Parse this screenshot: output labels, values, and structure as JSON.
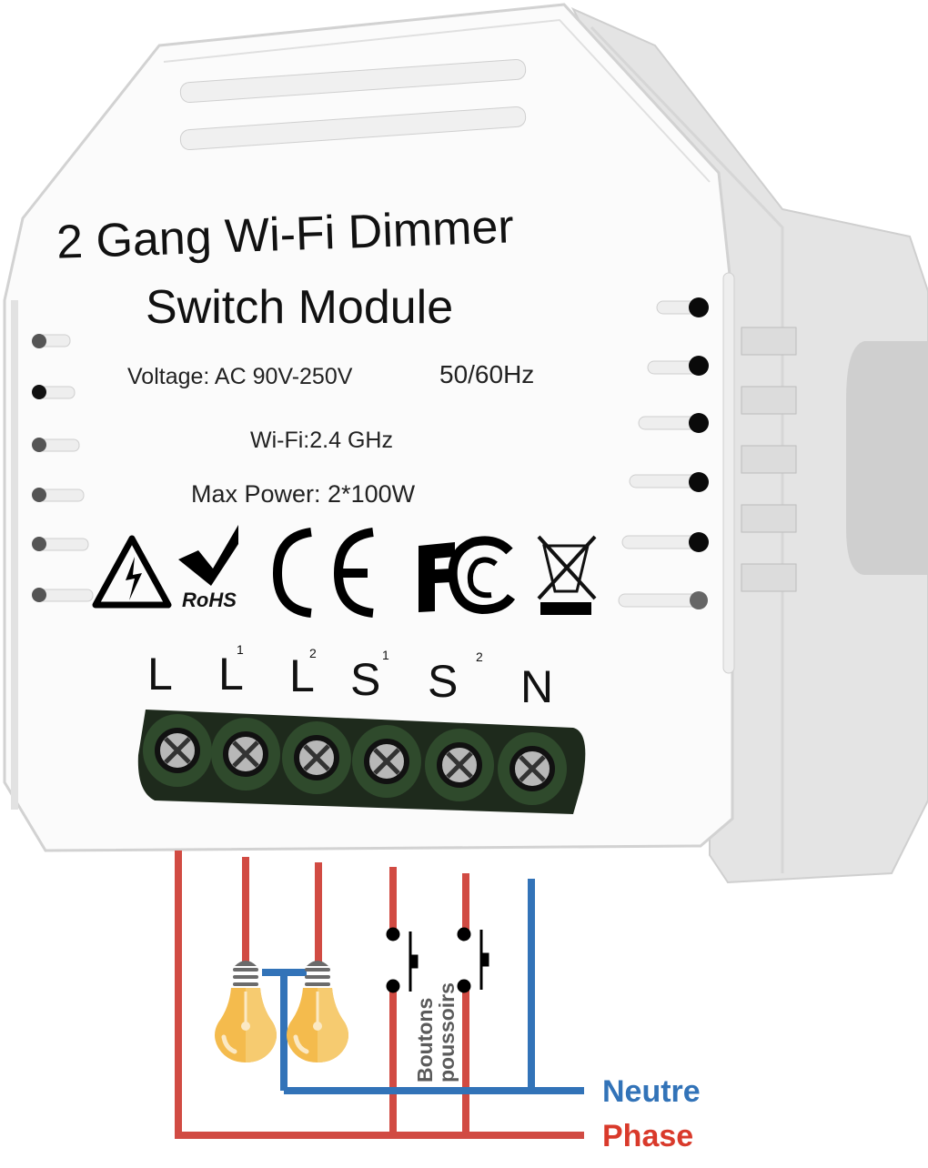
{
  "module": {
    "title_line1": "2 Gang Wi-Fi Dimmer",
    "title_line2": "Switch Module",
    "voltage": "Voltage: AC 90V-250V",
    "frequency": "50/60Hz",
    "wifi": "Wi-Fi:2.4 GHz",
    "max_power": "Max Power: 2*100W",
    "certifications": [
      "high-voltage-warning-icon",
      "rohs-icon",
      "ce-icon",
      "fcc-icon",
      "weee-icon"
    ],
    "rohs_label": "RoHS",
    "fcc_label": "FC",
    "body_color": "#f4f4f4",
    "terminal_color": "#2f4a2c"
  },
  "terminals": [
    {
      "label": "L",
      "sup": ""
    },
    {
      "label": "L",
      "sup": "1"
    },
    {
      "label": "L",
      "sup": "2"
    },
    {
      "label": "S",
      "sup": "1"
    },
    {
      "label": "S",
      "sup": "2"
    },
    {
      "label": "N",
      "sup": ""
    }
  ],
  "wiring": {
    "push_buttons_line1": "Boutons",
    "push_buttons_line2": "poussoirs",
    "phase_color": "#d14b43",
    "neutral_color": "#3273b8",
    "bulb_color": "#f4bb4d"
  },
  "legend": {
    "neutral_label": "Neutre",
    "phase_label": "Phase",
    "neutral_text_color": "#3273b8",
    "phase_text_color": "#d93a2b"
  }
}
